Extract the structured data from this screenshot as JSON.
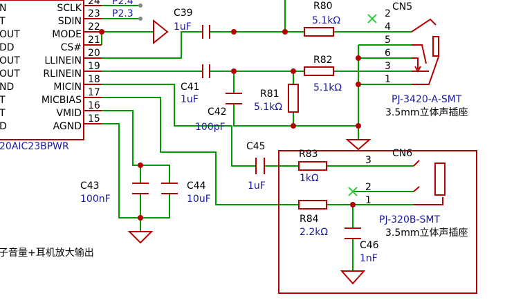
{
  "ic": {
    "pins": [
      {
        "num": "24",
        "name": "SCLK"
      },
      {
        "num": "23",
        "name": "SDIN"
      },
      {
        "num": "22",
        "name": "MODE"
      },
      {
        "num": "21",
        "name": "CS#"
      },
      {
        "num": "20",
        "name": "LLINEIN"
      },
      {
        "num": "19",
        "name": "RLINEIN"
      },
      {
        "num": "18",
        "name": "MICIN"
      },
      {
        "num": "17",
        "name": "MICBIAS"
      },
      {
        "num": "16",
        "name": "VMID"
      },
      {
        "num": "15",
        "name": "AGND"
      }
    ],
    "left_fragments": [
      "N",
      "T",
      "OUT",
      "DD",
      "OUT",
      "OUT",
      "ND",
      "T",
      "T",
      "D"
    ],
    "part_fragment": "20AIC23BPWR"
  },
  "nets": {
    "p24": "P2.4",
    "p23": "P2.3"
  },
  "components": {
    "c39": {
      "ref": "C39",
      "value": "1uF"
    },
    "c41": {
      "ref": "C41",
      "value": "1uF"
    },
    "c42": {
      "ref": "C42",
      "value": "100pF"
    },
    "c43": {
      "ref": "C43",
      "value": "100nF"
    },
    "c44": {
      "ref": "C44",
      "value": "10uF"
    },
    "c45": {
      "ref": "C45",
      "value": "1uF"
    },
    "c46": {
      "ref": "C46",
      "value": "1nF"
    },
    "r80": {
      "ref": "R80",
      "value": "5.1kΩ"
    },
    "r81": {
      "ref": "R81",
      "value": "5.1kΩ"
    },
    "r82": {
      "ref": "R82",
      "value": "5.1kΩ"
    },
    "r83": {
      "ref": "R83",
      "value": "1kΩ"
    },
    "r84": {
      "ref": "R84",
      "value": "2.2kΩ"
    }
  },
  "cn5": {
    "ref": "CN5",
    "part": "PJ-3420-A-SMT",
    "desc": "3.5mm立体声插座",
    "pins": [
      "2",
      "4",
      "5",
      "6",
      "3",
      "1"
    ]
  },
  "cn6": {
    "ref": "CN6",
    "part": "PJ-320B-SMT",
    "desc": "3.5mm立体声插座",
    "pins": [
      "3",
      "2",
      "1"
    ]
  },
  "caption": "子音量+耳机放大输出",
  "colors": {
    "wire": "#009900",
    "component": "#b40000",
    "value_text": "#1a1a9e"
  }
}
